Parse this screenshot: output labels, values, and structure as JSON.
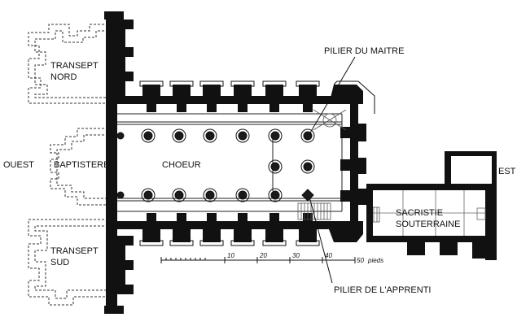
{
  "plan": {
    "labels": {
      "transept_nord": [
        "TRANSEPT",
        "NORD"
      ],
      "transept_sud": [
        "TRANSEPT",
        "SUD"
      ],
      "ouest": "OUEST",
      "baptistere": "BAPTISTERE",
      "choeur": "CHOEUR",
      "est": "EST",
      "sacristie": [
        "SACRISTIE",
        "SOUTERRAINE"
      ],
      "pilier_maitre": "PILIER DU MAITRE",
      "pilier_apprenti": "PILIER DE L'APPRENTI"
    },
    "scale": {
      "ticks": [
        "10",
        "20",
        "30",
        "40",
        "50"
      ],
      "unit": "pieds"
    }
  },
  "colors": {
    "wall": "#111111",
    "paper": "#ffffff",
    "pier_fill": "#1a1a1a",
    "hatch": "#555555"
  }
}
